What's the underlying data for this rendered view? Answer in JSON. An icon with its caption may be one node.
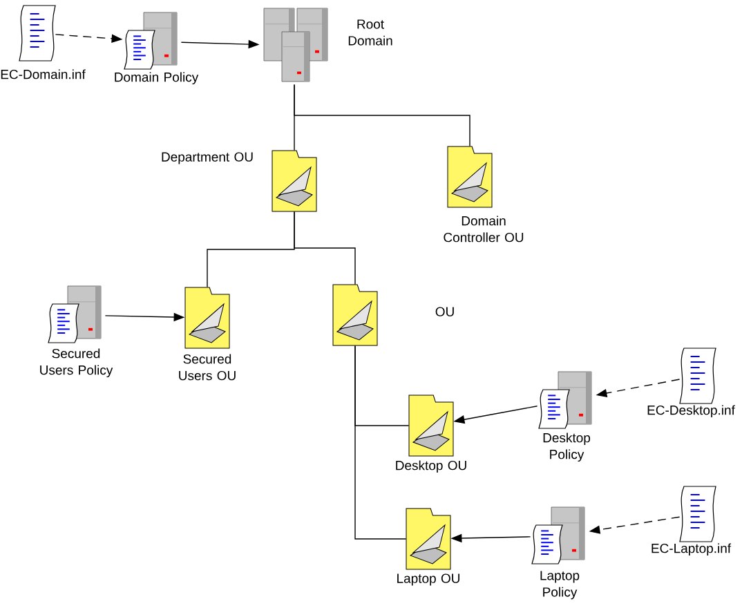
{
  "diagram": {
    "nodes": [
      {
        "text": [
          "EC-Domain.inf"
        ]
      },
      {
        "text": [
          "Domain Policy"
        ]
      },
      {
        "text": [
          "Root Domain"
        ]
      },
      {
        "text": [
          "Department OU"
        ]
      },
      {
        "text": [
          "Domain Controller OU"
        ]
      },
      {
        "text": [
          "Secured Users Policy"
        ]
      },
      {
        "text": [
          "Secured Users OU"
        ]
      },
      {
        "text": [
          "OU"
        ]
      },
      {
        "text": [
          "EC-Desktop.inf"
        ]
      },
      {
        "text": [
          "Desktop OU"
        ]
      },
      {
        "text": [
          "Desktop Policy"
        ]
      },
      {
        "text": [
          "EC-Laptop.inf"
        ]
      },
      {
        "text": [
          "Laptop OU"
        ]
      },
      {
        "text": [
          "Laptop Policy"
        ]
      }
    ],
    "edges": [
      {
        "from": 0,
        "to": 1,
        "arrow": "to",
        "style": "dashed"
      },
      {
        "from": 1,
        "to": 2,
        "arrow": "to"
      },
      {
        "from": 2,
        "to": 3,
        "arrow": "none"
      },
      {
        "from": 2,
        "to": 4,
        "arrow": "none"
      },
      {
        "from": 3,
        "to": 6,
        "arrow": "none"
      },
      {
        "from": 3,
        "to": 7,
        "arrow": "none"
      },
      {
        "from": 5,
        "to": 6,
        "arrow": "to"
      },
      {
        "from": 7,
        "to": 9,
        "arrow": "none"
      },
      {
        "from": 7,
        "to": 12,
        "arrow": "none"
      },
      {
        "from": 8,
        "to": 10,
        "arrow": "to",
        "style": "dashed"
      },
      {
        "from": 10,
        "to": 9,
        "arrow": "to"
      },
      {
        "from": 11,
        "to": 13,
        "arrow": "to",
        "style": "dashed"
      },
      {
        "from": 13,
        "to": 12,
        "arrow": "to"
      }
    ]
  }
}
